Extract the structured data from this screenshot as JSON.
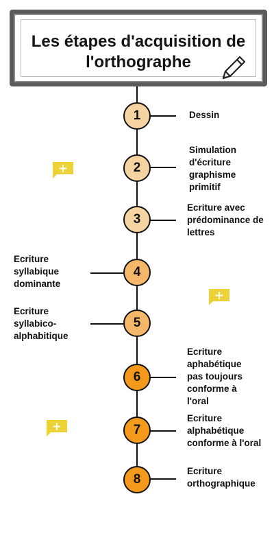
{
  "title": "Les étapes d'acquisition de l'orthographe",
  "colors": {
    "light": "#f6d4a2",
    "medium": "#f5b76a",
    "strong": "#f39a1d",
    "badge": "#ecd137"
  },
  "steps": [
    {
      "number": "1",
      "label": "Dessin",
      "side": "right"
    },
    {
      "number": "2",
      "label": "Simulation d'écriture graphisme primitif",
      "side": "right"
    },
    {
      "number": "3",
      "label": "Ecriture avec prédominance de lettres",
      "side": "right"
    },
    {
      "number": "4",
      "label": "Ecriture syllabique dominante",
      "side": "left"
    },
    {
      "number": "5",
      "label": "Ecriture syllabico-alphabitique",
      "side": "left"
    },
    {
      "number": "6",
      "label": "Ecriture aphabétique pas toujours conforme à l'oral",
      "side": "right"
    },
    {
      "number": "7",
      "label": "Ecriture alphabétique conforme à l'oral",
      "side": "right"
    },
    {
      "number": "8",
      "label": "Ecriture orthographique",
      "side": "right"
    }
  ],
  "icons": {
    "pencil": "pencil-icon",
    "comment": "comment-plus-icon"
  }
}
